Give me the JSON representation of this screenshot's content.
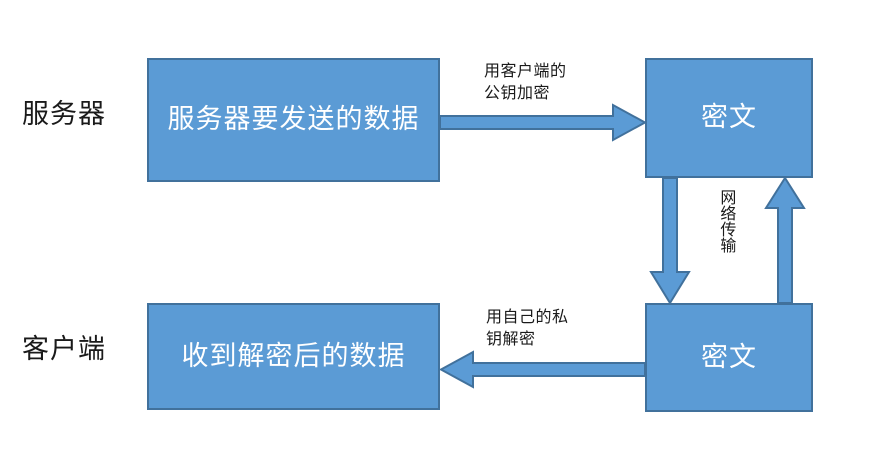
{
  "diagram": {
    "title_role_labels": {
      "server": "服务器",
      "client": "客户端"
    },
    "nodes": [
      {
        "id": "server-data",
        "label": "服务器要发送的数据"
      },
      {
        "id": "cipher-top",
        "label": "密文"
      },
      {
        "id": "client-data",
        "label": "收到解密后的数据"
      },
      {
        "id": "cipher-bot",
        "label": "密文"
      }
    ],
    "edges": [
      {
        "id": "encrypt",
        "label": "用客户端的\n公钥加密",
        "direction": "right"
      },
      {
        "id": "network-down",
        "label": "网络传输",
        "direction": "down"
      },
      {
        "id": "network-up",
        "label": "网络传输",
        "direction": "up"
      },
      {
        "id": "decrypt",
        "label": "用自己的私\n钥解密",
        "direction": "left"
      }
    ],
    "colors": {
      "box_fill": "#5b9bd5",
      "box_border": "#41719c",
      "box_text": "#ffffff",
      "arrow_fill": "#5b9bd5",
      "arrow_border": "#41719c",
      "label_text": "#1a1a1a",
      "background": "#ffffff"
    }
  }
}
